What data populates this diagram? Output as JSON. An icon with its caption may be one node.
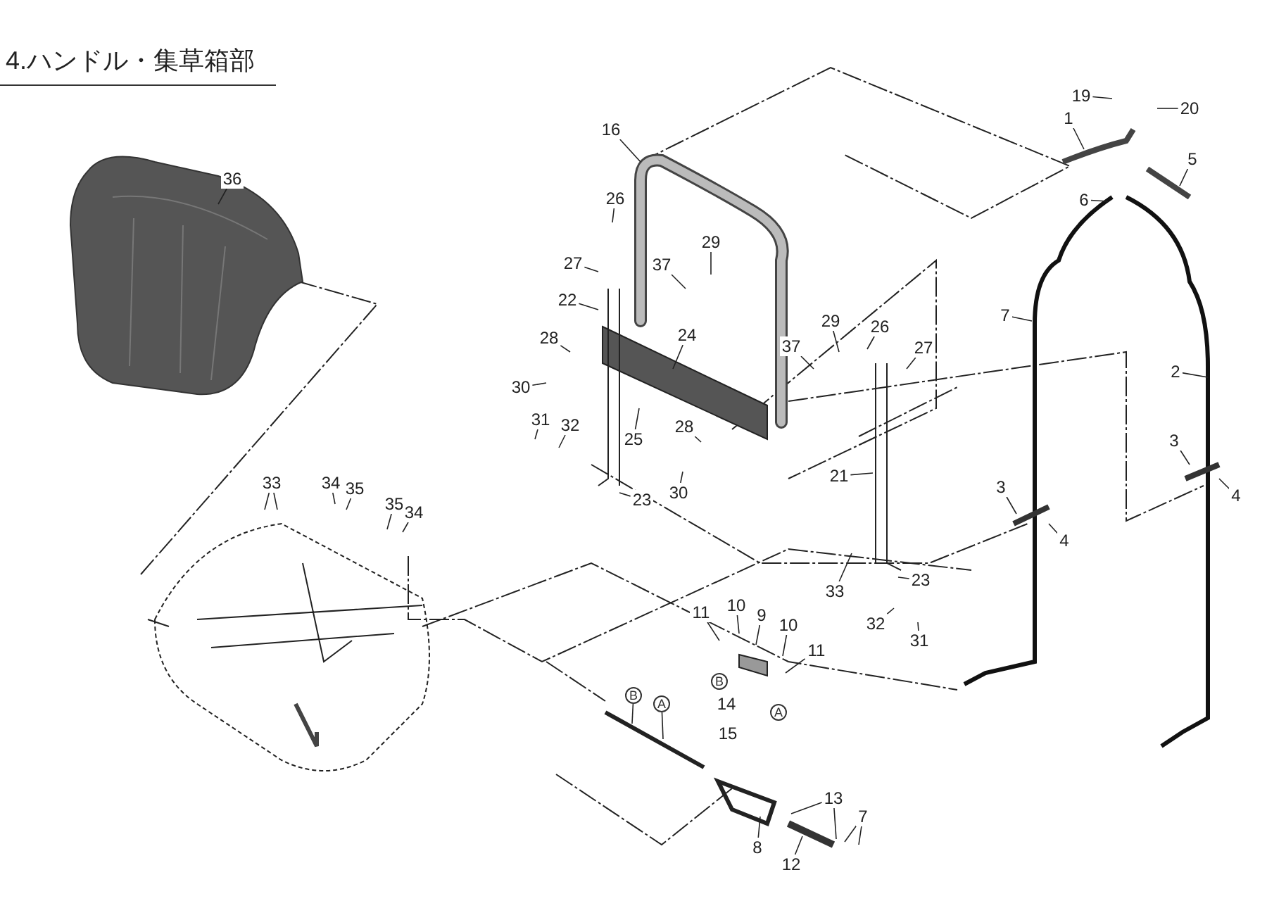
{
  "diagram": {
    "title": "4.ハンドル・集草箱部",
    "nodes": [
      {
        "text": [
          "19"
        ]
      },
      {
        "text": [
          "20"
        ]
      },
      {
        "text": [
          "16"
        ]
      },
      {
        "text": [
          "1"
        ]
      },
      {
        "text": [
          "5"
        ]
      },
      {
        "text": [
          "36"
        ]
      },
      {
        "text": [
          "26"
        ]
      },
      {
        "text": [
          "6"
        ]
      },
      {
        "text": [
          "27"
        ]
      },
      {
        "text": [
          "37"
        ]
      },
      {
        "text": [
          "29"
        ]
      },
      {
        "text": [
          "22"
        ]
      },
      {
        "text": [
          "7"
        ]
      },
      {
        "text": [
          "29"
        ]
      },
      {
        "text": [
          "26"
        ]
      },
      {
        "text": [
          "37"
        ]
      },
      {
        "text": [
          "24"
        ]
      },
      {
        "text": [
          "28"
        ]
      },
      {
        "text": [
          "27"
        ]
      },
      {
        "text": [
          "2"
        ]
      },
      {
        "text": [
          "30"
        ]
      },
      {
        "text": [
          "31"
        ]
      },
      {
        "text": [
          "32"
        ]
      },
      {
        "text": [
          "28"
        ]
      },
      {
        "text": [
          "25"
        ]
      },
      {
        "text": [
          "3"
        ]
      },
      {
        "text": [
          "21"
        ]
      },
      {
        "text": [
          "33"
        ]
      },
      {
        "text": [
          "34"
        ]
      },
      {
        "text": [
          "35"
        ]
      },
      {
        "text": [
          "30"
        ]
      },
      {
        "text": [
          "23"
        ]
      },
      {
        "text": [
          "3"
        ]
      },
      {
        "text": [
          "4"
        ]
      },
      {
        "text": [
          "35"
        ]
      },
      {
        "text": [
          "34"
        ]
      },
      {
        "text": [
          "4"
        ]
      },
      {
        "text": [
          "23"
        ]
      },
      {
        "text": [
          "33"
        ]
      },
      {
        "text": [
          "11"
        ]
      },
      {
        "text": [
          "10"
        ]
      },
      {
        "text": [
          "9"
        ]
      },
      {
        "text": [
          "32"
        ]
      },
      {
        "text": [
          "10"
        ]
      },
      {
        "text": [
          "31"
        ]
      },
      {
        "text": [
          "11"
        ]
      },
      {
        "text": [
          "B"
        ]
      },
      {
        "text": [
          "A"
        ]
      },
      {
        "text": [
          "B"
        ]
      },
      {
        "text": [
          "14"
        ]
      },
      {
        "text": [
          "A"
        ]
      },
      {
        "text": [
          "15"
        ]
      },
      {
        "text": [
          "13"
        ]
      },
      {
        "text": [
          "7"
        ]
      },
      {
        "text": [
          "8"
        ]
      },
      {
        "text": [
          "12"
        ]
      }
    ],
    "edges": [
      {
        "from": 0,
        "to": null,
        "arrow": "none"
      },
      {
        "from": 1,
        "to": null,
        "arrow": "none"
      },
      {
        "from": 2,
        "to": null,
        "arrow": "none"
      },
      {
        "from": 3,
        "to": null,
        "arrow": "none"
      },
      {
        "from": 4,
        "to": null,
        "arrow": "none"
      },
      {
        "from": 5,
        "to": null,
        "arrow": "none"
      },
      {
        "from": 6,
        "to": null,
        "arrow": "none"
      },
      {
        "from": 7,
        "to": null,
        "arrow": "none"
      },
      {
        "from": 8,
        "to": null,
        "arrow": "none"
      },
      {
        "from": 9,
        "to": null,
        "arrow": "none"
      },
      {
        "from": 10,
        "to": null,
        "arrow": "none"
      },
      {
        "from": 11,
        "to": null,
        "arrow": "none"
      },
      {
        "from": 12,
        "to": null,
        "arrow": "none"
      },
      {
        "from": 13,
        "to": null,
        "arrow": "none"
      },
      {
        "from": 14,
        "to": null,
        "arrow": "none"
      },
      {
        "from": 15,
        "to": null,
        "arrow": "none"
      },
      {
        "from": 16,
        "to": null,
        "arrow": "none"
      },
      {
        "from": 17,
        "to": null,
        "arrow": "none"
      },
      {
        "from": 18,
        "to": null,
        "arrow": "none"
      },
      {
        "from": 19,
        "to": null,
        "arrow": "none"
      },
      {
        "from": 20,
        "to": null,
        "arrow": "none"
      },
      {
        "from": 21,
        "to": null,
        "arrow": "none"
      },
      {
        "from": 22,
        "to": null,
        "arrow": "none"
      },
      {
        "from": 23,
        "to": null,
        "arrow": "none"
      },
      {
        "from": 24,
        "to": null,
        "arrow": "none"
      },
      {
        "from": 25,
        "to": null,
        "arrow": "none"
      },
      {
        "from": 26,
        "to": null,
        "arrow": "none"
      },
      {
        "from": 27,
        "to": null,
        "arrow": "none"
      },
      {
        "from": 27,
        "to": null,
        "arrow": "none"
      },
      {
        "from": 28,
        "to": null,
        "arrow": "none"
      },
      {
        "from": 29,
        "to": null,
        "arrow": "none"
      },
      {
        "from": 30,
        "to": null,
        "arrow": "none"
      },
      {
        "from": 31,
        "to": null,
        "arrow": "none"
      },
      {
        "from": 32,
        "to": null,
        "arrow": "none"
      },
      {
        "from": 33,
        "to": null,
        "arrow": "none"
      },
      {
        "from": 34,
        "to": null,
        "arrow": "none"
      },
      {
        "from": 35,
        "to": null,
        "arrow": "none"
      },
      {
        "from": 36,
        "to": null,
        "arrow": "none"
      },
      {
        "from": 37,
        "to": null,
        "arrow": "none"
      },
      {
        "from": 38,
        "to": null,
        "arrow": "none"
      },
      {
        "from": 39,
        "to": null,
        "arrow": "none"
      },
      {
        "from": 40,
        "to": null,
        "arrow": "none"
      },
      {
        "from": 41,
        "to": null,
        "arrow": "none"
      },
      {
        "from": 42,
        "to": null,
        "arrow": "none"
      },
      {
        "from": 43,
        "to": null,
        "arrow": "none"
      },
      {
        "from": 44,
        "to": null,
        "arrow": "none"
      },
      {
        "from": 45,
        "to": null,
        "arrow": "none"
      },
      {
        "from": 46,
        "to": null,
        "arrow": "none"
      },
      {
        "from": 47,
        "to": null,
        "arrow": "none"
      },
      {
        "from": 52,
        "to": null,
        "arrow": "none"
      },
      {
        "from": 52,
        "to": null,
        "arrow": "none"
      },
      {
        "from": 53,
        "to": null,
        "arrow": "none"
      },
      {
        "from": 53,
        "to": null,
        "arrow": "none"
      },
      {
        "from": 54,
        "to": null,
        "arrow": "none"
      },
      {
        "from": 55,
        "to": null,
        "arrow": "none"
      }
    ]
  }
}
